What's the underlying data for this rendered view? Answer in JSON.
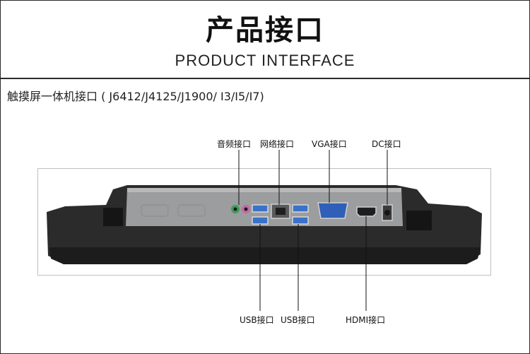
{
  "header": {
    "title_cn": "产品接口",
    "title_en": "PRODUCT INTERFACE"
  },
  "subtitle": "触摸屏一体机接口 ( J6412/J4125/J1900/ I3/I5/I7)",
  "ports": {
    "audio": "音频接口",
    "network": "网络接口",
    "vga": "VGA接口",
    "dc": "DC接口",
    "usb_left": "USB接口",
    "usb_right": "USB接口",
    "hdmi": "HDMI接口"
  },
  "colors": {
    "line": "#2a2a2a",
    "body_dark": "#2b2b2b",
    "panel_metal": "#9b9d9f",
    "usb_blue": "#3a72c8",
    "vga_blue": "#2f5fb8",
    "audio_green": "#3f9b5a",
    "audio_pink": "#c46aa0"
  }
}
